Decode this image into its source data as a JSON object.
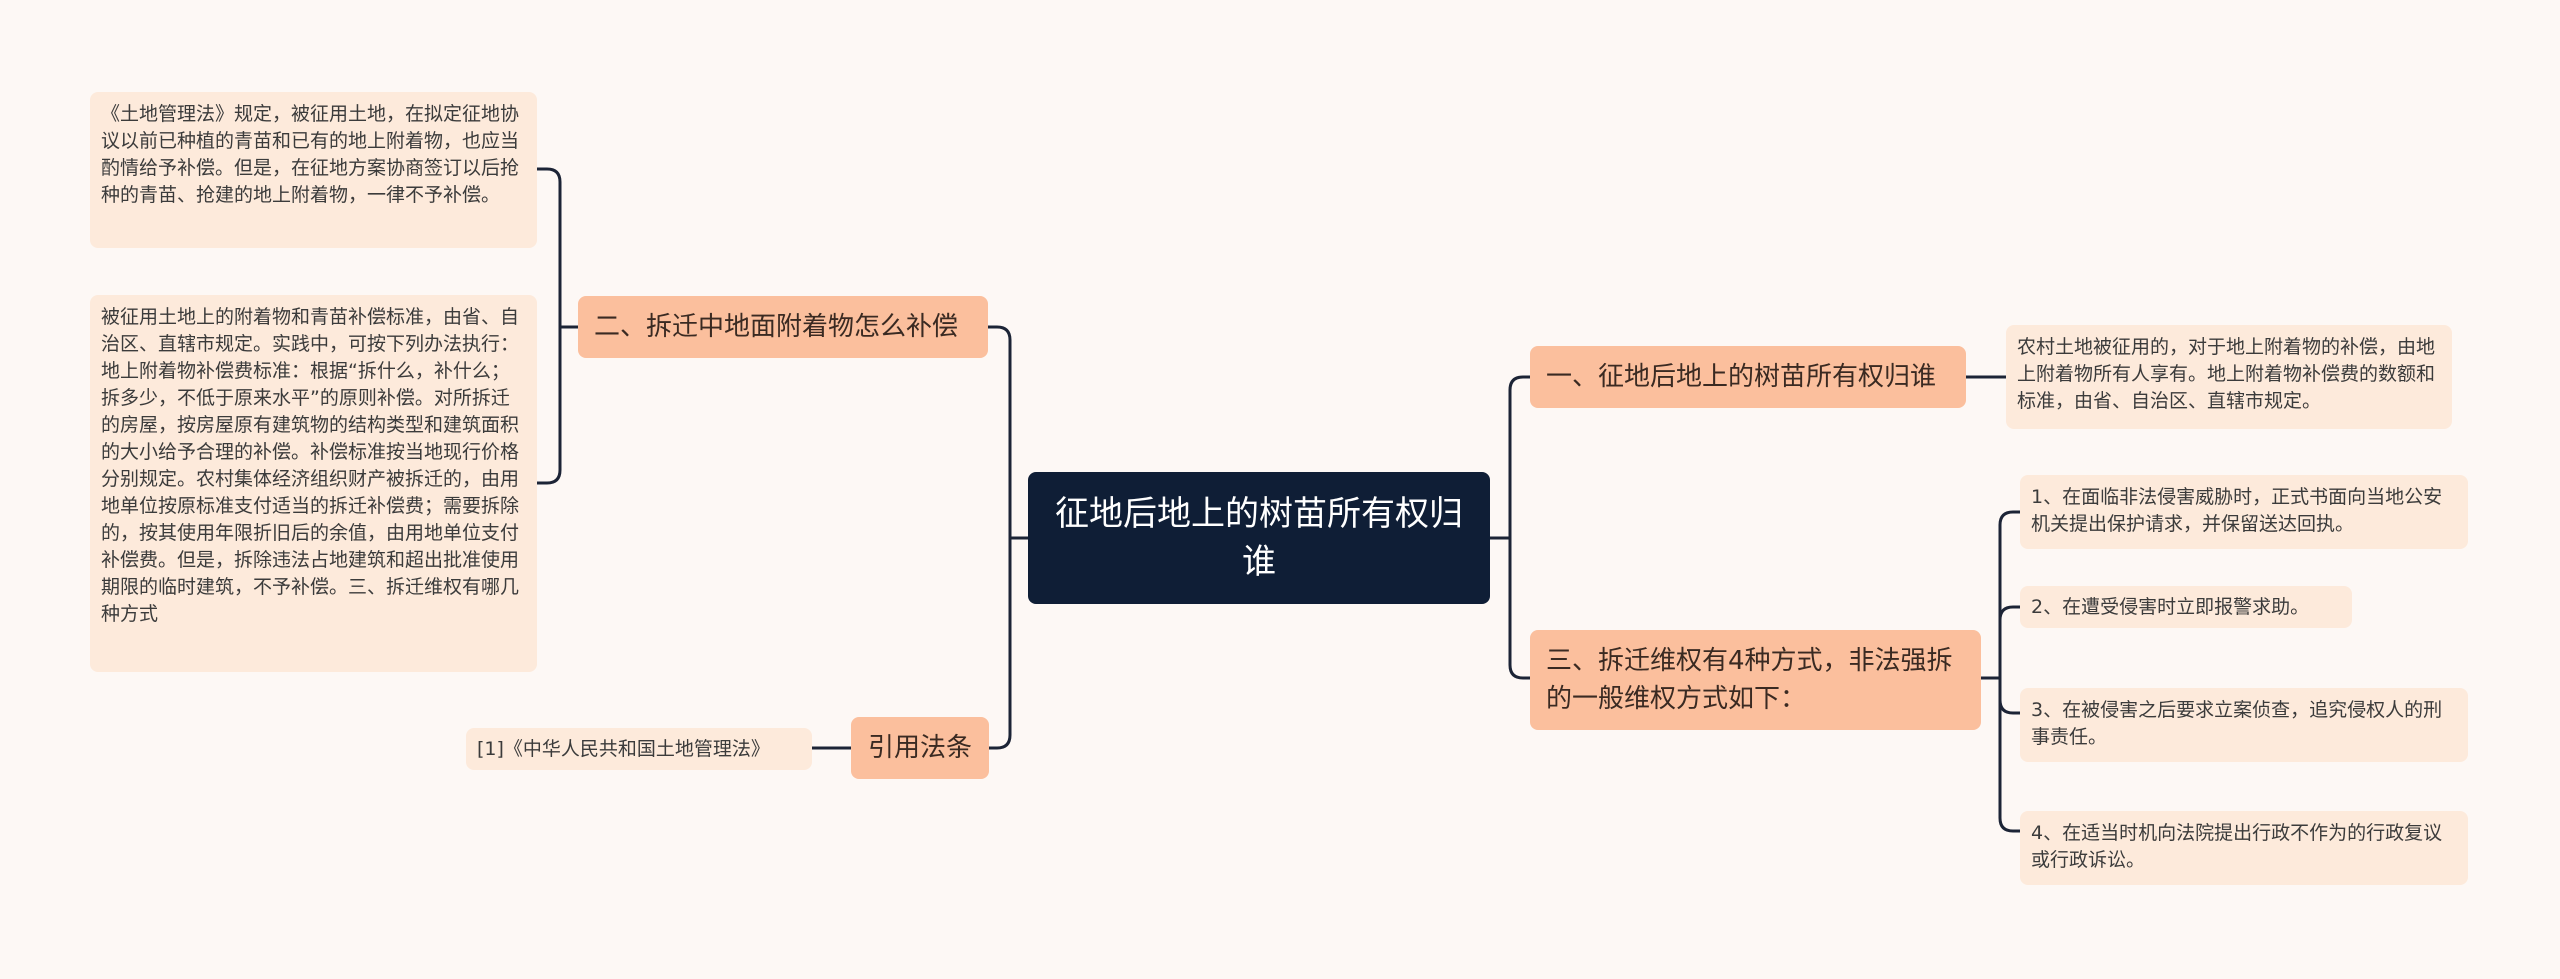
{
  "root": {
    "text": "征地后地上的树苗所有权归谁"
  },
  "left_branches": [
    {
      "label": "二、拆迁中地面附着物怎么补偿",
      "leaves": [
        "《土地管理法》规定，被征用土地，在拟定征地协议以前已种植的青苗和已有的地上附着物，也应当酌情给予补偿。但是，在征地方案协商签订以后抢种的青苗、抢建的地上附着物，一律不予补偿。",
        "被征用土地上的附着物和青苗补偿标准，由省、自治区、直辖市规定。实践中，可按下列办法执行：地上附着物补偿费标准：根据“拆什么，补什么；拆多少，不低于原来水平”的原则补偿。对所拆迁的房屋，按房屋原有建筑物的结构类型和建筑面积的大小给予合理的补偿。补偿标准按当地现行价格分别规定。农村集体经济组织财产被拆迁的，由用地单位按原标准支付适当的拆迁补偿费；需要拆除的，按其使用年限折旧后的余值，由用地单位支付补偿费。但是，拆除违法占地建筑和超出批准使用期限的临时建筑，不予补偿。三、拆迁维权有哪几种方式"
      ]
    },
    {
      "label": "引用法条",
      "leaves": [
        "[1]《中华人民共和国土地管理法》"
      ]
    }
  ],
  "right_branches": [
    {
      "label": "一、征地后地上的树苗所有权归谁",
      "leaves": [
        "农村土地被征用的，对于地上附着物的补偿，由地上附着物所有人享有。地上附着物补偿费的数额和标准，由省、自治区、直辖市规定。"
      ]
    },
    {
      "label": "三、拆迁维权有4种方式，非法强拆的一般维权方式如下：",
      "leaves": [
        "1、在面临非法侵害威胁时，正式书面向当地公安机关提出保护请求，并保留送达回执。",
        "2、在遭受侵害时立即报警求助。",
        "3、在被侵害之后要求立案侦查，追究侵权人的刑事责任。",
        "4、在适当时机向法院提出行政不作为的行政复议或行政诉讼。"
      ]
    }
  ],
  "colors": {
    "background": "#fdf8f5",
    "root_fill": "#0f1e36",
    "branch_fill": "#fbbf9d",
    "leaf_fill": "#fdeadb",
    "connector": "#1c2436"
  }
}
